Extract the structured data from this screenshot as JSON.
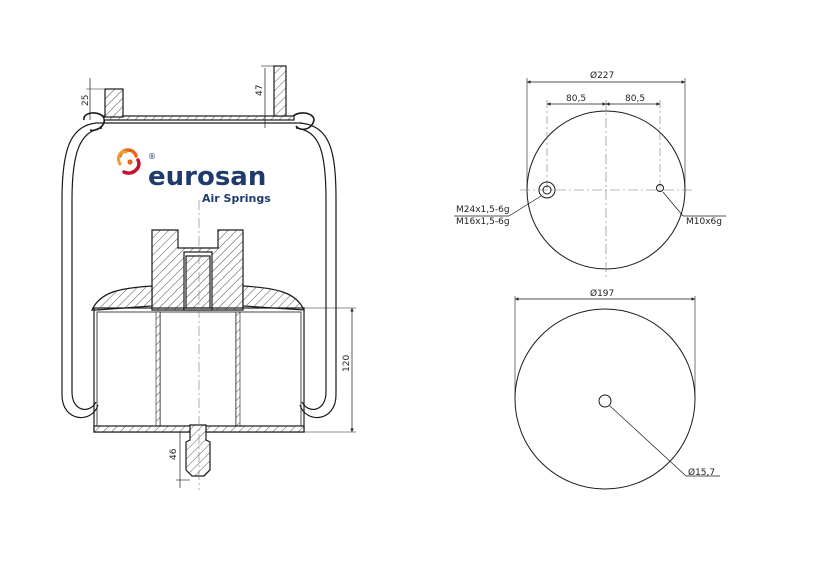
{
  "logo": {
    "name": "eurosan",
    "registered_mark": "®",
    "tagline": "Air Springs",
    "colors": {
      "text": "#1f3b6e",
      "swirl_orange": "#e8651a",
      "swirl_red": "#c8102e"
    }
  },
  "section_view": {
    "dims": {
      "top_stud_height": "25",
      "top_flange_height": "47",
      "piston_height": "120",
      "bottom_stud_height": "46"
    }
  },
  "top_view": {
    "diameter": "Ø227",
    "offset_left": "80,5",
    "offset_right": "80,5",
    "thread_label_1": "M24x1,5-6g",
    "thread_label_2": "M16x1,5-6g",
    "air_port_label": "M10x6g"
  },
  "bottom_view": {
    "diameter": "Ø197",
    "hole_diameter": "Ø15,7"
  },
  "colors": {
    "line": "#1a1a1a",
    "hatch": "#555555",
    "centerline": "#777777"
  }
}
